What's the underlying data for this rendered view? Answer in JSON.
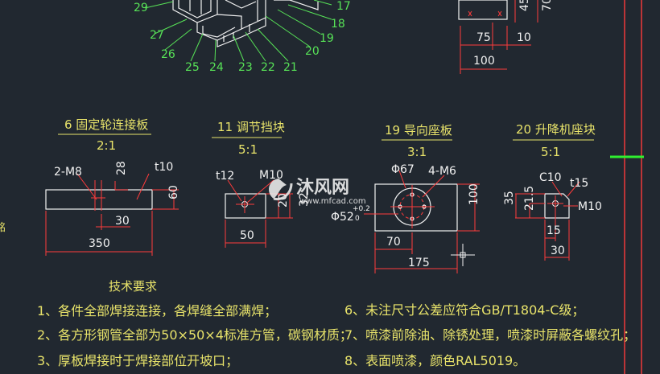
{
  "callouts": {
    "c29": "29",
    "c27": "27",
    "c26": "26",
    "c25": "25",
    "c24": "24",
    "c23": "23",
    "c22": "22",
    "c21": "21",
    "c20": "20",
    "c19": "19",
    "c18": "18",
    "c17": "17"
  },
  "topright": {
    "d45": "45",
    "d70": "70",
    "d75": "75",
    "d10": "10",
    "d100": "100"
  },
  "parts": [
    {
      "title": "6 固定轮连接板",
      "scale": "2:1"
    },
    {
      "title": "11 调节挡块",
      "scale": "5:1"
    },
    {
      "title": "19 导向座板",
      "scale": "3:1"
    },
    {
      "title": "20 升降机座块",
      "scale": "5:1"
    }
  ],
  "p6": {
    "m8": "2-M8",
    "d28": "28",
    "t10": "t10",
    "d60": "60",
    "d30": "30",
    "d350": "350"
  },
  "p11": {
    "t12": "t12",
    "m10": "M10",
    "d20": "20",
    "d32": "32",
    "d50": "50"
  },
  "p19": {
    "phi67": "Φ67",
    "m6": "4-M6",
    "d100": "100",
    "phi52": "Φ52",
    "tol": "+0.2",
    "tol2": "0",
    "d70": "70",
    "d175": "175"
  },
  "p20": {
    "c10": "C10",
    "t15": "t15",
    "d35": "35",
    "d215": "21.5",
    "m10": "M10",
    "d15": "15",
    "d30": "30"
  },
  "leftedge": "铭",
  "watermark": {
    "brand": "沐风网",
    "url": "www.mfcad.com"
  },
  "tech": {
    "heading": "技术要求",
    "left": [
      "1、各件全部焊接连接，各焊缝全部满焊；",
      "2、各方形钢管全部为50×50×4标准方管，碳钢材质；",
      "3、厚板焊接时于焊接部位开坡口；"
    ],
    "right": [
      "6、未注尺寸公差应符合GB/T1804-C级；",
      "7、喷漆前除油、除锈处理，喷漆时屏蔽各螺纹孔；",
      "8、表面喷漆，颜色RAL5019。"
    ]
  },
  "colors": {
    "bg": "#212830",
    "title": "#e8e36a",
    "dim": "#f2f2f2",
    "line": "#ff3b3b",
    "leader": "#57e257"
  }
}
